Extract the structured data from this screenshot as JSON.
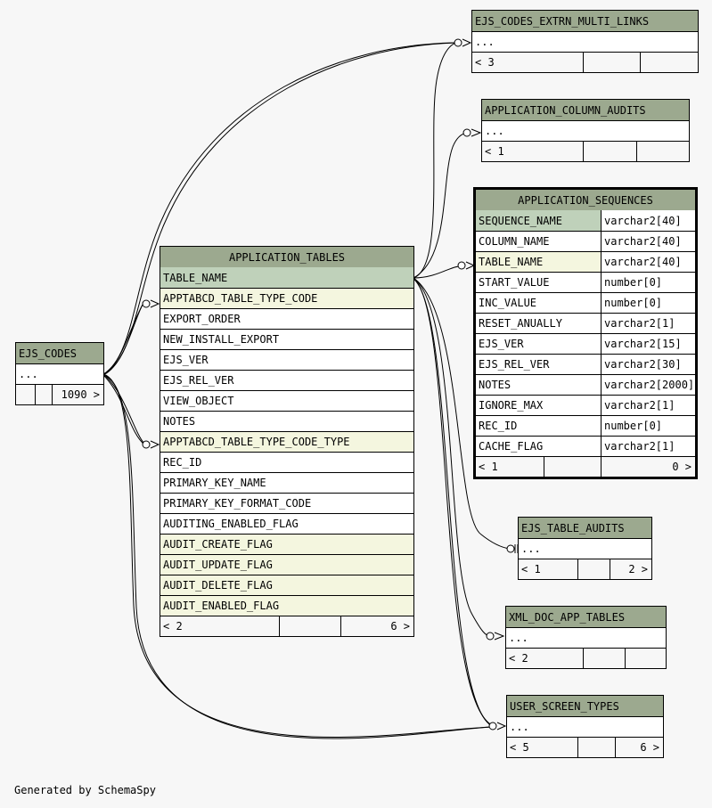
{
  "tables": {
    "ejs_codes": {
      "name": "EJS_CODES",
      "dots": "...",
      "footer": [
        "",
        "",
        "1090 >"
      ]
    },
    "application_tables": {
      "name": "APPLICATION_TABLES",
      "columns": [
        {
          "name": "TABLE_NAME",
          "kind": "pk"
        },
        {
          "name": "APPTABCD_TABLE_TYPE_CODE",
          "kind": "fk"
        },
        {
          "name": "EXPORT_ORDER",
          "kind": ""
        },
        {
          "name": "NEW_INSTALL_EXPORT",
          "kind": ""
        },
        {
          "name": "EJS_VER",
          "kind": ""
        },
        {
          "name": "EJS_REL_VER",
          "kind": ""
        },
        {
          "name": "VIEW_OBJECT",
          "kind": ""
        },
        {
          "name": "NOTES",
          "kind": ""
        },
        {
          "name": "APPTABCD_TABLE_TYPE_CODE_TYPE",
          "kind": "fk"
        },
        {
          "name": "REC_ID",
          "kind": ""
        },
        {
          "name": "PRIMARY_KEY_NAME",
          "kind": ""
        },
        {
          "name": "PRIMARY_KEY_FORMAT_CODE",
          "kind": ""
        },
        {
          "name": "AUDITING_ENABLED_FLAG",
          "kind": ""
        },
        {
          "name": "AUDIT_CREATE_FLAG",
          "kind": "fk"
        },
        {
          "name": "AUDIT_UPDATE_FLAG",
          "kind": "fk"
        },
        {
          "name": "AUDIT_DELETE_FLAG",
          "kind": "fk"
        },
        {
          "name": "AUDIT_ENABLED_FLAG",
          "kind": "fk"
        }
      ],
      "footer": [
        "< 2",
        "",
        "6 >"
      ]
    },
    "ejs_codes_extrn_multi_links": {
      "name": "EJS_CODES_EXTRN_MULTI_LINKS",
      "dots": "...",
      "footer": [
        "< 3",
        "",
        ""
      ]
    },
    "application_column_audits": {
      "name": "APPLICATION_COLUMN_AUDITS",
      "dots": "...",
      "footer": [
        "< 1",
        "",
        ""
      ]
    },
    "application_sequences": {
      "name": "APPLICATION_SEQUENCES",
      "columns": [
        {
          "name": "SEQUENCE_NAME",
          "type": "varchar2[40]",
          "kind": "pk"
        },
        {
          "name": "COLUMN_NAME",
          "type": "varchar2[40]",
          "kind": ""
        },
        {
          "name": "TABLE_NAME",
          "type": "varchar2[40]",
          "kind": "fk"
        },
        {
          "name": "START_VALUE",
          "type": "number[0]",
          "kind": ""
        },
        {
          "name": "INC_VALUE",
          "type": "number[0]",
          "kind": ""
        },
        {
          "name": "RESET_ANUALLY",
          "type": "varchar2[1]",
          "kind": ""
        },
        {
          "name": "EJS_VER",
          "type": "varchar2[15]",
          "kind": ""
        },
        {
          "name": "EJS_REL_VER",
          "type": "varchar2[30]",
          "kind": ""
        },
        {
          "name": "NOTES",
          "type": "varchar2[2000]",
          "kind": ""
        },
        {
          "name": "IGNORE_MAX",
          "type": "varchar2[1]",
          "kind": ""
        },
        {
          "name": "REC_ID",
          "type": "number[0]",
          "kind": ""
        },
        {
          "name": "CACHE_FLAG",
          "type": "varchar2[1]",
          "kind": ""
        }
      ],
      "footer": [
        "< 1",
        "",
        "0 >"
      ]
    },
    "ejs_table_audits": {
      "name": "EJS_TABLE_AUDITS",
      "dots": "...",
      "footer": [
        "< 1",
        "",
        "2 >"
      ]
    },
    "xml_doc_app_tables": {
      "name": "XML_DOC_APP_TABLES",
      "dots": "...",
      "footer": [
        "< 2",
        "",
        ""
      ]
    },
    "user_screen_types": {
      "name": "USER_SCREEN_TYPES",
      "dots": "...",
      "footer": [
        "< 5",
        "",
        "6 >"
      ]
    }
  },
  "credit": "Generated by SchemaSpy"
}
